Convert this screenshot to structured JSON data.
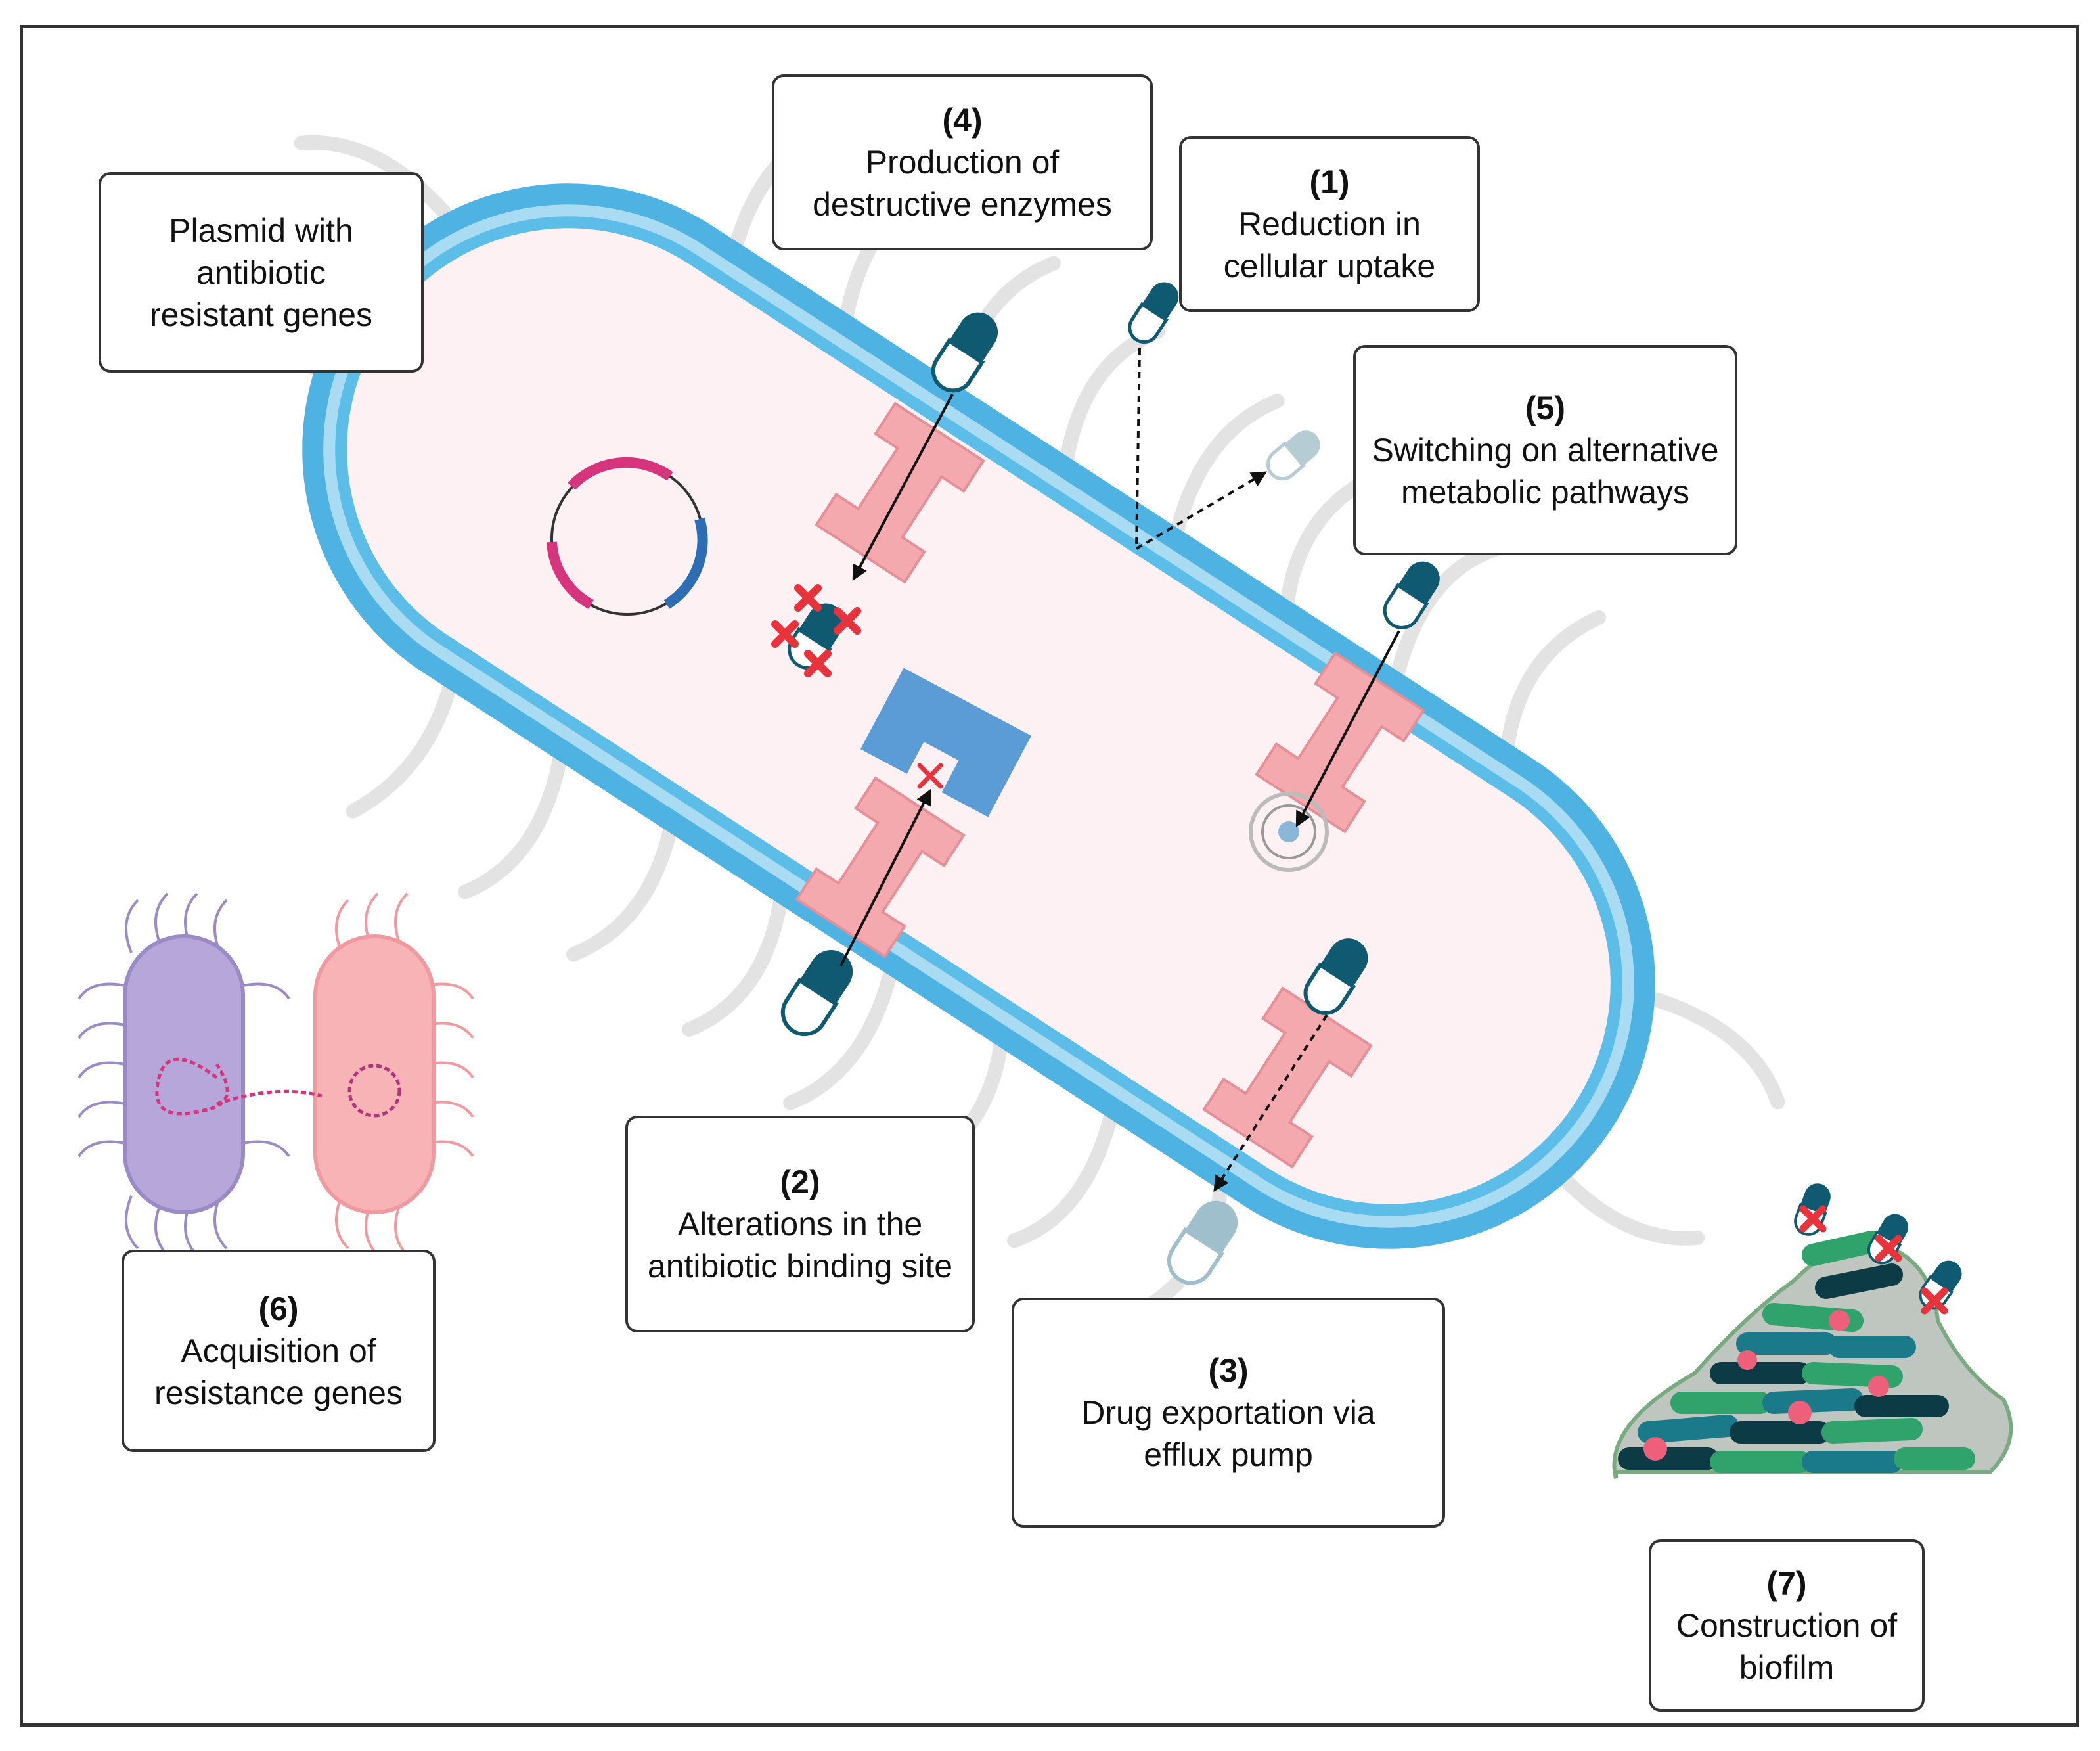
{
  "labels": {
    "plasmid": {
      "text": "Plasmid with antibiotic resistant genes"
    },
    "l4": {
      "num": "(4)",
      "text": "Production of destructive enzymes"
    },
    "l1": {
      "num": "(1)",
      "text": "Reduction in cellular uptake"
    },
    "l5": {
      "num": "(5)",
      "text": "Switching on alternative metabolic pathways"
    },
    "l2": {
      "num": "(2)",
      "text": "Alterations in the antibiotic binding site"
    },
    "l3": {
      "num": "(3)",
      "text": "Drug exportation via efflux pump"
    },
    "l6": {
      "num": "(6)",
      "text": "Acquisition of resistance genes"
    },
    "l7": {
      "num": "(7)",
      "text": "Construction of biofilm"
    }
  },
  "colors": {
    "membrane_outer": "#4eb3e3",
    "membrane_inner": "#a9dcf3",
    "cytoplasm": "#fdf1f4",
    "porin": "#f4a9ae",
    "capsule_dark": "#0f5a70",
    "capsule_light": "#9fbfcc",
    "target_site": "#5b9bd6",
    "inhibition_red": "#e8333d"
  }
}
